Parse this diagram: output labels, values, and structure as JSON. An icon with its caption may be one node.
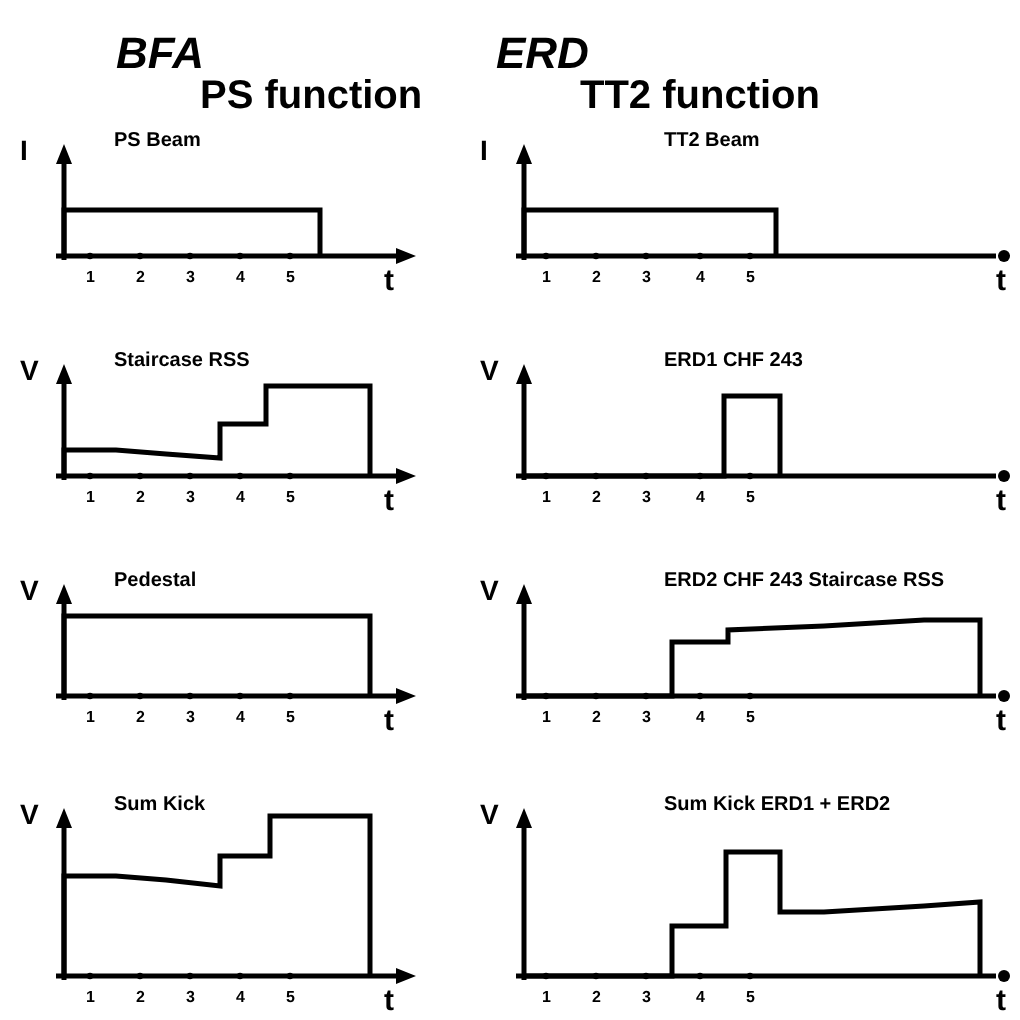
{
  "diagram": {
    "labels": [
      "BFA",
      "ERD",
      "PS function",
      "TT2 function",
      "I",
      "PS Beam",
      "1",
      "2",
      "3",
      "4",
      "5",
      "t",
      "I",
      "TT2 Beam",
      "1",
      "2",
      "3",
      "4",
      "5",
      "t",
      "V",
      "Staircase RSS",
      "1",
      "2",
      "3",
      "4",
      "5",
      "t",
      "V",
      "ERD1 CHF 243",
      "1",
      "2",
      "3",
      "4",
      "5",
      "t",
      "V",
      "Pedestal",
      "1",
      "2",
      "3",
      "4",
      "5",
      "t",
      "V",
      "ERD2 CHF 243 Staircase RSS",
      "1",
      "2",
      "3",
      "4",
      "5",
      "t",
      "V",
      "Sum Kick",
      "1",
      "2",
      "3",
      "4",
      "5",
      "t",
      "V",
      "Sum Kick ERD1 + ERD2",
      "1",
      "2",
      "3",
      "4",
      "5",
      "t"
    ]
  }
}
